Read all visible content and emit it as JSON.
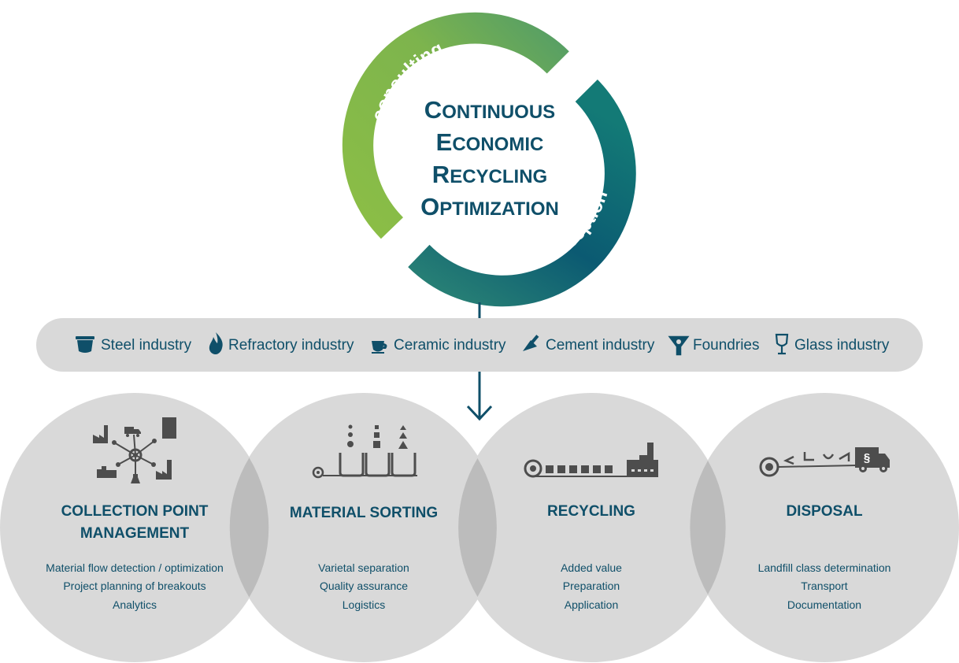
{
  "cycle": {
    "title_lines": [
      {
        "cap": "C",
        "rest": "ONTINUOUS"
      },
      {
        "cap": "E",
        "rest": "CONOMIC"
      },
      {
        "cap": "R",
        "rest": "ECYCLING"
      },
      {
        "cap": "O",
        "rest": "PTIMIZATION"
      }
    ],
    "arc_labels": {
      "left": "consulting",
      "right": "conception"
    },
    "colors": {
      "green": "#8dbf45",
      "teal": "#0b5a72"
    }
  },
  "industries": [
    {
      "icon": "steel-ladle-icon",
      "label": "Steel industry"
    },
    {
      "icon": "flame-icon",
      "label": "Refractory industry"
    },
    {
      "icon": "cup-icon",
      "label": "Ceramic industry"
    },
    {
      "icon": "trowel-icon",
      "label": "Cement industry"
    },
    {
      "icon": "funnel-icon",
      "label": "Foundries"
    },
    {
      "icon": "wine-glass-icon",
      "label": "Glass industry"
    }
  ],
  "stages": [
    {
      "icon": "network-icon",
      "title_lines": [
        "COLLECTION POINT",
        "MANAGEMENT"
      ],
      "items": [
        "Material flow detection / optimization",
        "Project planning of breakouts",
        "Analytics"
      ]
    },
    {
      "icon": "sorting-icon",
      "title_lines": [
        "MATERIAL SORTING"
      ],
      "items": [
        "Varietal separation",
        "Quality assurance",
        "Logistics"
      ]
    },
    {
      "icon": "conveyor-factory-icon",
      "title_lines": [
        "RECYCLING"
      ],
      "items": [
        "Added value",
        "Preparation",
        "Application"
      ]
    },
    {
      "icon": "truck-icon",
      "title_lines": [
        "DISPOSAL"
      ],
      "items": [
        "Landfill class determination",
        "Transport",
        "Documentation"
      ]
    }
  ],
  "colors": {
    "text": "#0f4f69",
    "circle": "#d9d9d9",
    "overlap": "#bcbcbc",
    "bar": "#d9d9d9",
    "icon": "#4d4d4d"
  }
}
